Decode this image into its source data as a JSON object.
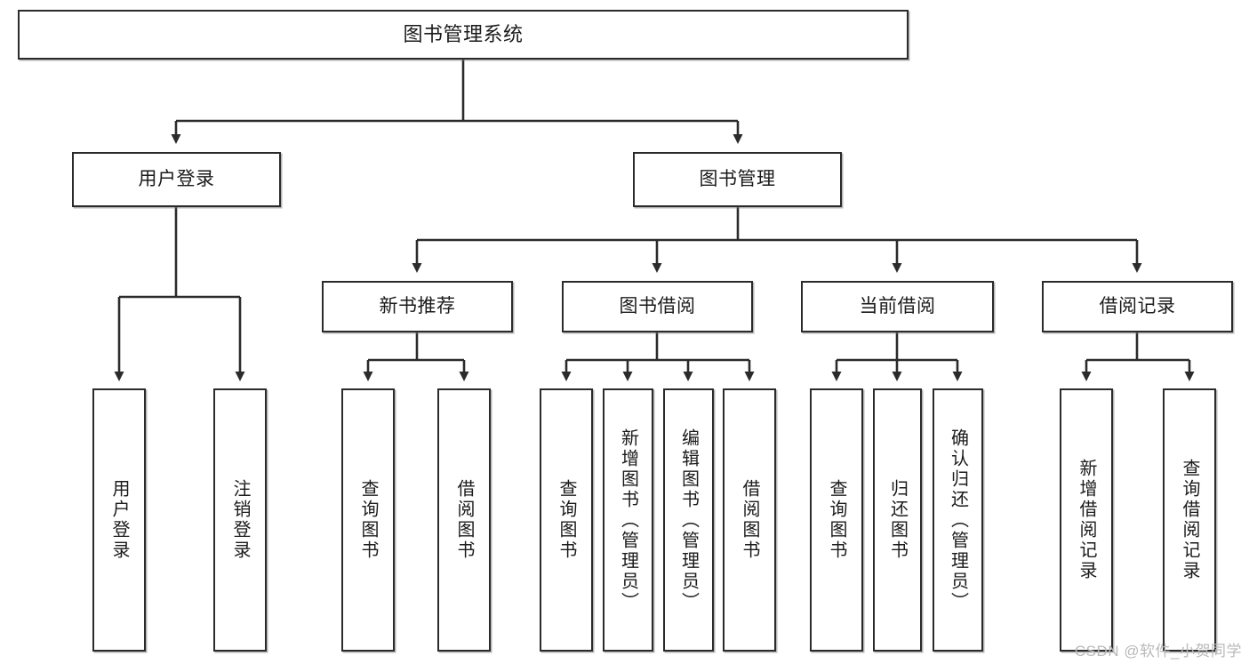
{
  "diagram": {
    "type": "tree-hierarchy",
    "title": "图书管理系统",
    "watermark": "CSDN @软件_小贺同学",
    "colors": {
      "node_border": "#2b2b2b",
      "node_fill": "#ffffff",
      "connector": "#2b2b2b",
      "text": "#1b1b1b",
      "watermark": "#b9b9b9"
    },
    "nodes": {
      "root": {
        "label": "图书管理系统",
        "level": 1
      },
      "l2": [
        {
          "id": "user-login",
          "label": "用户登录",
          "level": 2
        },
        {
          "id": "book-manage",
          "label": "图书管理",
          "level": 2
        }
      ],
      "l3": [
        {
          "id": "new-book-rec",
          "label": "新书推荐",
          "level": 3,
          "parent": "book-manage"
        },
        {
          "id": "book-borrow",
          "label": "图书借阅",
          "level": 3,
          "parent": "book-manage"
        },
        {
          "id": "current-borrow",
          "label": "当前借阅",
          "level": 3,
          "parent": "book-manage"
        },
        {
          "id": "borrow-record",
          "label": "借阅记录",
          "level": 3,
          "parent": "book-manage"
        }
      ],
      "leaves": [
        {
          "id": "leaf-user-login",
          "label": "用户登录",
          "parent": "user-login"
        },
        {
          "id": "leaf-user-logout",
          "label": "注销登录",
          "parent": "user-login"
        },
        {
          "id": "leaf-rec-query",
          "label": "查询图书",
          "parent": "new-book-rec"
        },
        {
          "id": "leaf-rec-borrow",
          "label": "借阅图书",
          "parent": "new-book-rec"
        },
        {
          "id": "leaf-borrow-query",
          "label": "查询图书",
          "parent": "book-borrow"
        },
        {
          "id": "leaf-borrow-add",
          "label": "新增图书（管理员）",
          "parent": "book-borrow"
        },
        {
          "id": "leaf-borrow-edit",
          "label": "编辑图书（管理员）",
          "parent": "book-borrow"
        },
        {
          "id": "leaf-borrow-borrow",
          "label": "借阅图书",
          "parent": "book-borrow"
        },
        {
          "id": "leaf-cur-query",
          "label": "查询图书",
          "parent": "current-borrow"
        },
        {
          "id": "leaf-cur-return",
          "label": "归还图书",
          "parent": "current-borrow"
        },
        {
          "id": "leaf-cur-confirm",
          "label": "确认归还（管理员）",
          "parent": "current-borrow"
        },
        {
          "id": "leaf-rec-add",
          "label": "新增借阅记录",
          "parent": "borrow-record"
        },
        {
          "id": "leaf-rec-query-record",
          "label": "查询借阅记录",
          "parent": "borrow-record"
        }
      ]
    }
  }
}
